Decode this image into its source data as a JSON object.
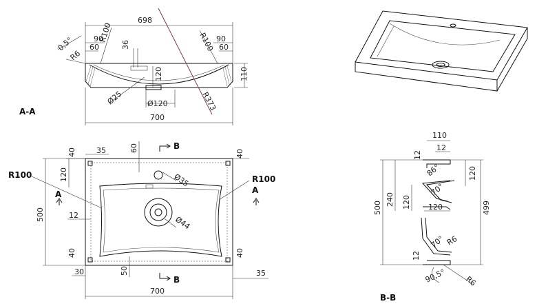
{
  "section_aa": {
    "title": "A-A",
    "dims": {
      "overall_top": "698",
      "overall_bottom": "700",
      "w90_left": "90",
      "w60_left": "60",
      "w90_right": "90",
      "w60_right": "60",
      "r100_left": "R100",
      "r100_right": "R100",
      "r373": "R373",
      "d36": "36",
      "d120v": "120",
      "d110": "110",
      "ang05": "0,5°",
      "r6": "R6",
      "dia25": "Ø25",
      "dia120": "Ø120"
    }
  },
  "plan_view": {
    "dims": {
      "d35_top": "35",
      "d60": "60",
      "d40_tl": "40",
      "d40_tr": "40",
      "d120_left": "120",
      "d500": "500",
      "d12": "12",
      "d40_bl": "40",
      "d40_br": "40",
      "d30": "30",
      "d50": "50",
      "d35_bottom": "35",
      "d700": "700",
      "dia35": "Ø35",
      "dia44": "Ø44",
      "r100_left": "R100",
      "r100_right": "R100"
    },
    "markers": {
      "b_top": "B",
      "b_bottom": "B",
      "a_left": "A",
      "a_right": "A"
    }
  },
  "section_bb": {
    "title": "B-B",
    "dims": {
      "d110": "110",
      "d12_top": "12",
      "d12_rim": "12",
      "d12_bottom": "12",
      "ang86": "86°",
      "d500": "500",
      "d240": "240",
      "d120_v": "120",
      "d120_h": "120",
      "d120_right": "120",
      "d499": "499",
      "ang70_top": "70°",
      "ang70_bottom": "70°",
      "r6_top": "R6",
      "r6_bottom": "R6",
      "ang905": "90,5°"
    }
  }
}
